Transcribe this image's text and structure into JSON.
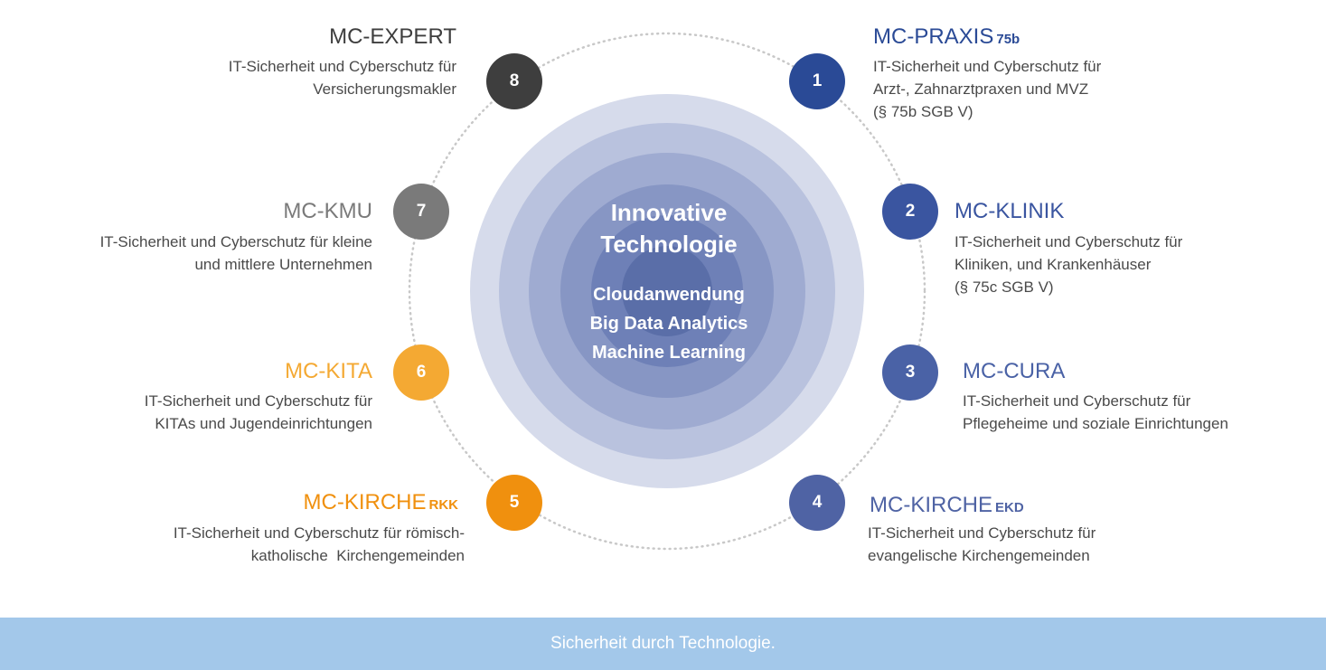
{
  "center": {
    "title_line1": "Innovative",
    "title_line2": "Technologie",
    "items": [
      "Cloudanwendung",
      "Big Data Analytics",
      "Machine Learning"
    ]
  },
  "colors": {
    "ring_outer": "#d6dbeb",
    "ring_2": "#b9c2de",
    "ring_3": "#9fabd1",
    "ring_4": "#8796c4",
    "ring_5": "#6e80b7",
    "ring_core": "#5a6ea8",
    "dotted": "#c8c8c8"
  },
  "products": [
    {
      "num": "1",
      "title": "MC-PRAXIS",
      "suffix": "75b",
      "color": "#2a4a96",
      "desc": [
        "IT-Sicherheit und Cyberschutz für",
        "Arzt-, Zahnarztpraxen und MVZ",
        "(§ 75b SGB V)"
      ]
    },
    {
      "num": "2",
      "title": "MC-KLINIK",
      "suffix": "",
      "color": "#3a55a0",
      "desc": [
        "IT-Sicherheit und Cyberschutz für",
        "Kliniken, und Krankenhäuser",
        "(§ 75c SGB V)"
      ]
    },
    {
      "num": "3",
      "title": "MC-CURA",
      "suffix": "",
      "color": "#4a62a6",
      "desc": [
        "IT-Sicherheit und Cyberschutz für",
        "Pflegeheime und soziale Einrichtungen"
      ]
    },
    {
      "num": "4",
      "title": "MC-KIRCHE",
      "suffix": "EKD",
      "color": "#4f63a4",
      "desc": [
        "IT-Sicherheit und Cyberschutz für",
        "evangelische Kirchengemeinden"
      ]
    },
    {
      "num": "5",
      "title": "MC-KIRCHE",
      "suffix": "RKK",
      "color": "#f0900e",
      "desc": [
        "IT-Sicherheit und Cyberschutz für römisch-",
        "katholische  Kirchengemeinden"
      ]
    },
    {
      "num": "6",
      "title": "MC-KITA",
      "suffix": "",
      "color": "#f4a933",
      "desc": [
        "IT-Sicherheit und Cyberschutz für",
        "KITAs und Jugendeinrichtungen"
      ]
    },
    {
      "num": "7",
      "title": "MC-KMU",
      "suffix": "",
      "color": "#7a7a7a",
      "desc": [
        "IT-Sicherheit und Cyberschutz für kleine",
        "und mittlere Unternehmen"
      ]
    },
    {
      "num": "8",
      "title": "MC-EXPERT",
      "suffix": "",
      "color": "#3e3e3e",
      "desc": [
        "IT-Sicherheit und Cyberschutz für",
        "Versicherungsmakler"
      ]
    }
  ],
  "footer": {
    "text": "Sicherheit durch Technologie."
  }
}
